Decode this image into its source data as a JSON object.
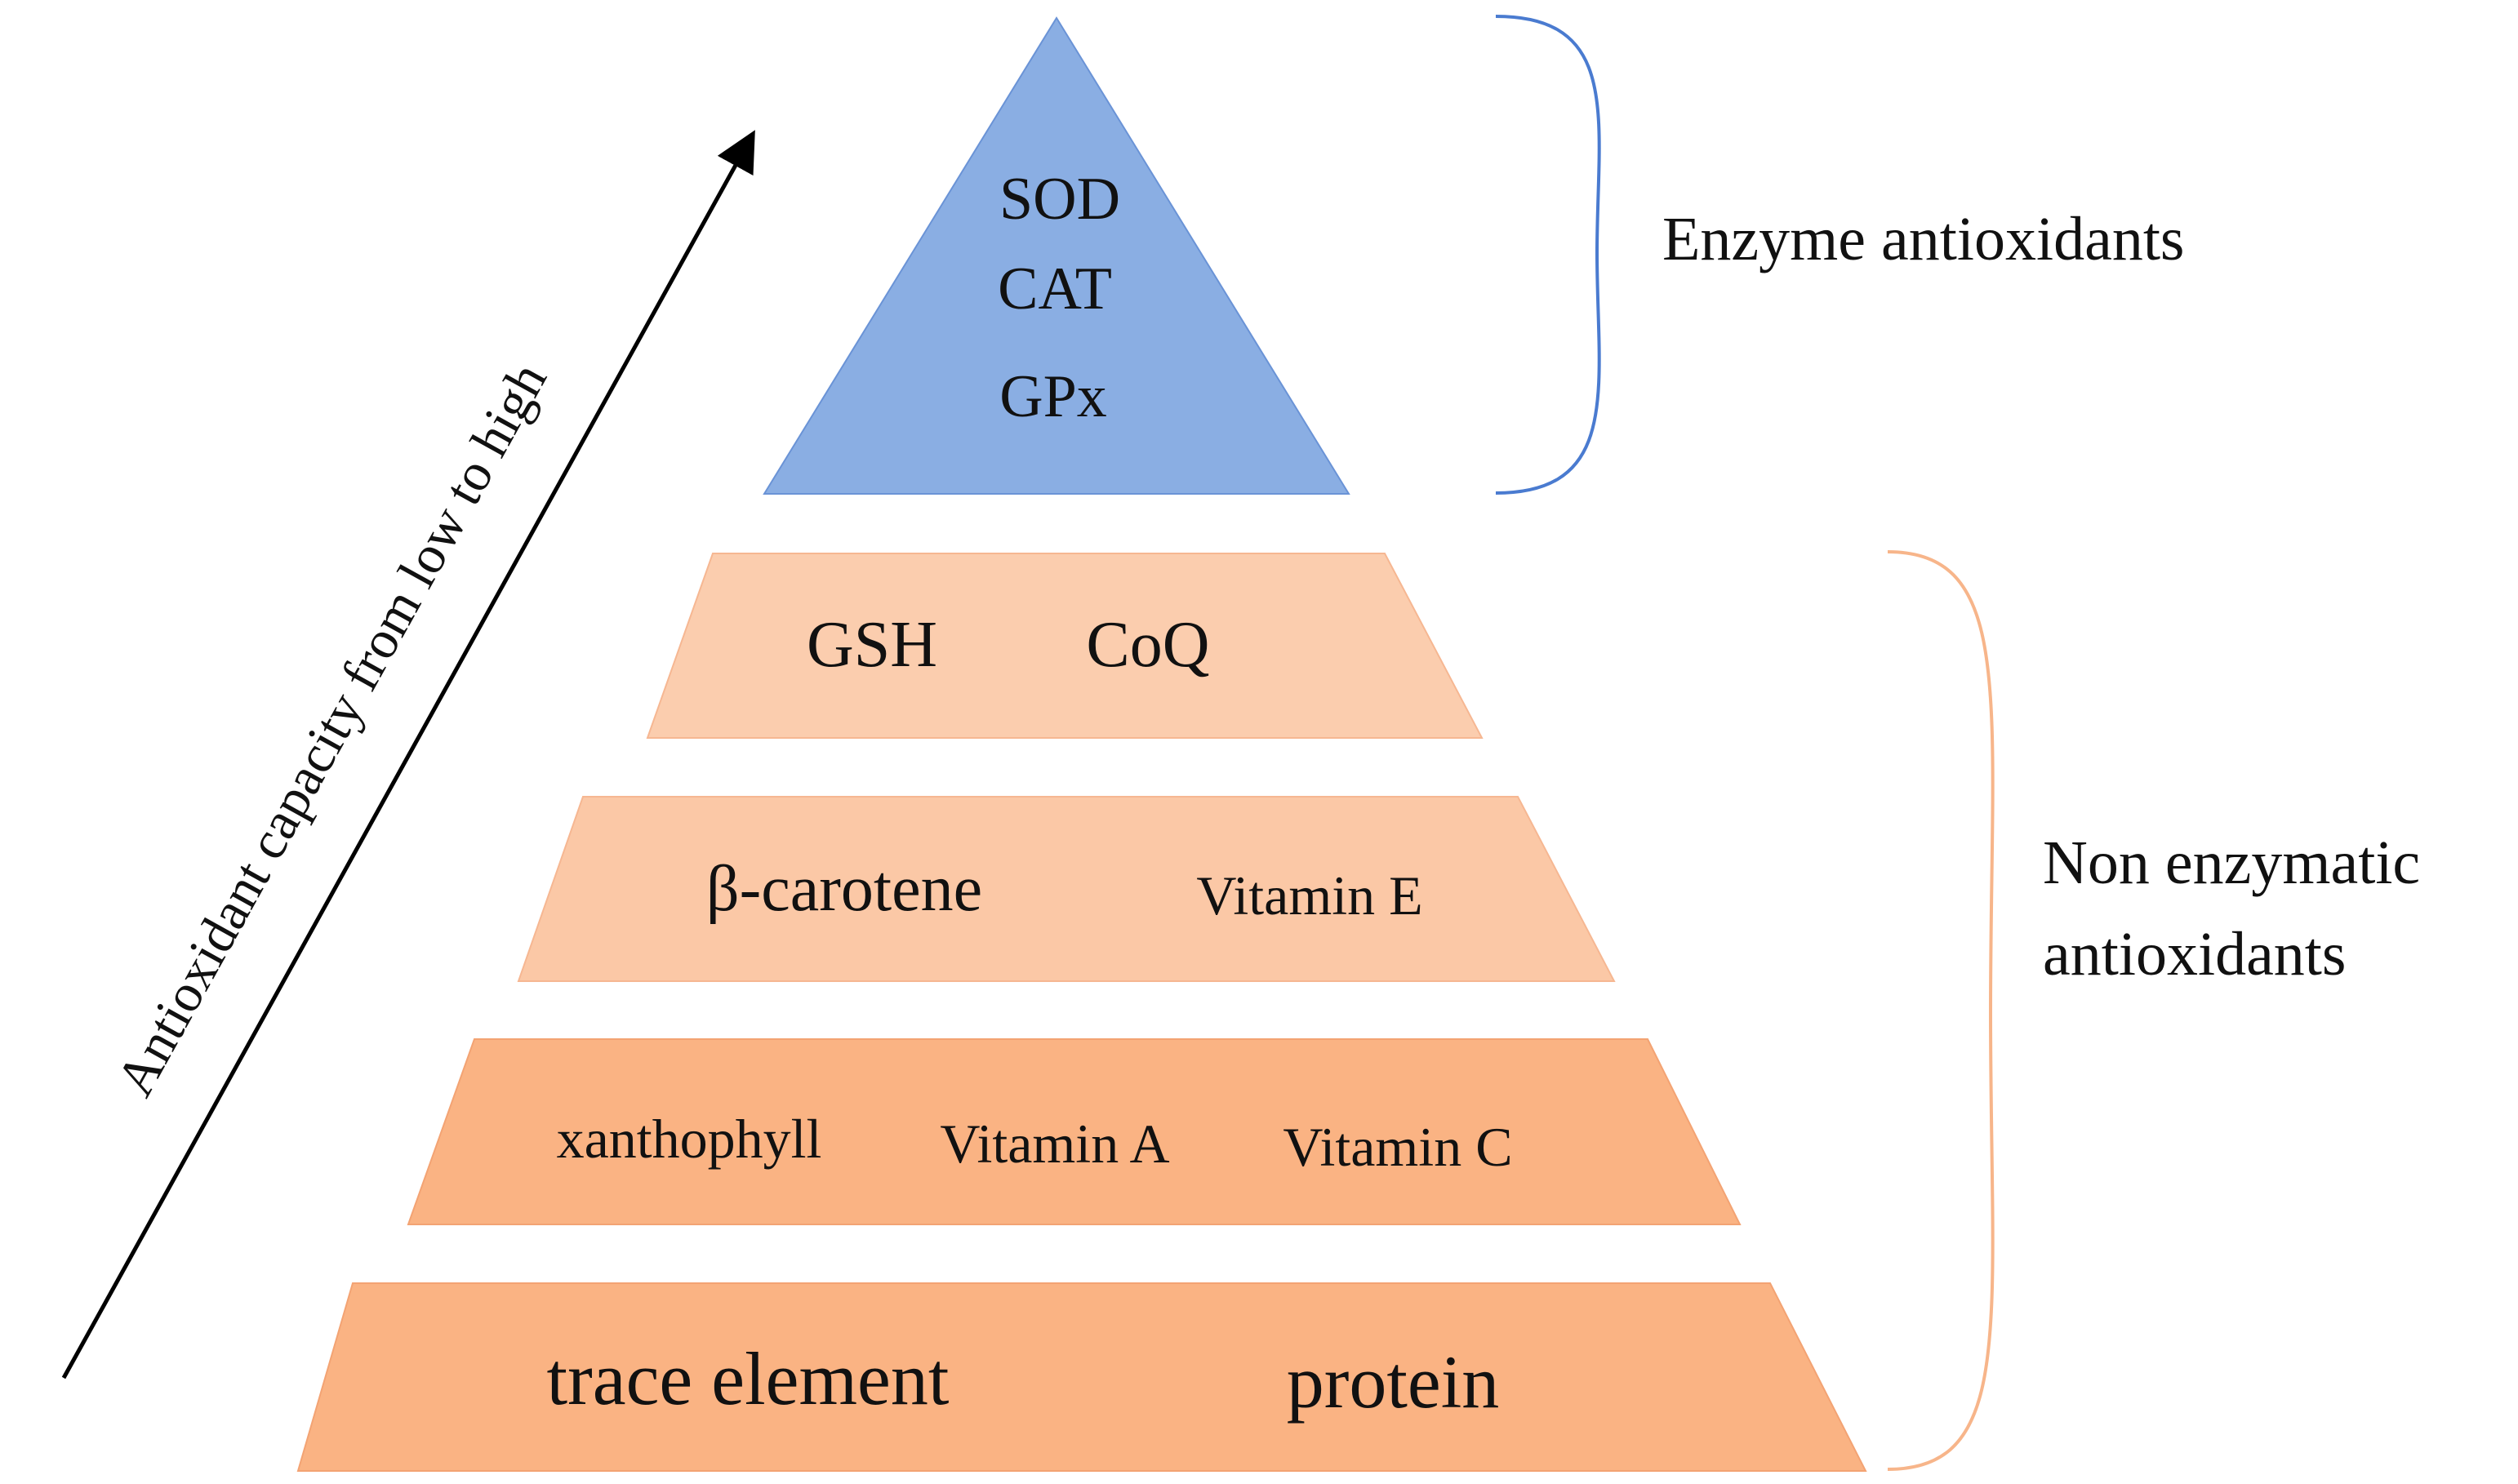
{
  "axis": {
    "label": "Antioxidant capacity from low to high"
  },
  "tiers": [
    {
      "id": "enzymes",
      "shape": "triangle",
      "fill": "#8AAEE3",
      "items": [
        "SOD",
        "CAT",
        "GPx"
      ]
    },
    {
      "id": "tier-gsh-coq",
      "shape": "trapezoid",
      "fill": "#FBCDAE",
      "items": [
        "GSH",
        "CoQ"
      ]
    },
    {
      "id": "tier-carotene-vite",
      "shape": "trapezoid",
      "fill": "#FBC8A6",
      "items": [
        "β-carotene",
        "Vitamin E"
      ]
    },
    {
      "id": "tier-vitamins",
      "shape": "trapezoid",
      "fill": "#FAB383",
      "items": [
        "xanthophyll",
        "Vitamin A",
        "Vitamin C"
      ]
    },
    {
      "id": "tier-base",
      "shape": "trapezoid",
      "fill": "#FAB383",
      "items": [
        "trace element",
        "protein"
      ]
    }
  ],
  "groups": {
    "enzyme": {
      "label": "Enzyme antioxidants",
      "bracket_color": "#4A7BD0"
    },
    "non_enzymatic": {
      "label_line1": "Non enzymatic",
      "label_line2": "antioxidants",
      "bracket_color": "#F7B58A"
    }
  }
}
